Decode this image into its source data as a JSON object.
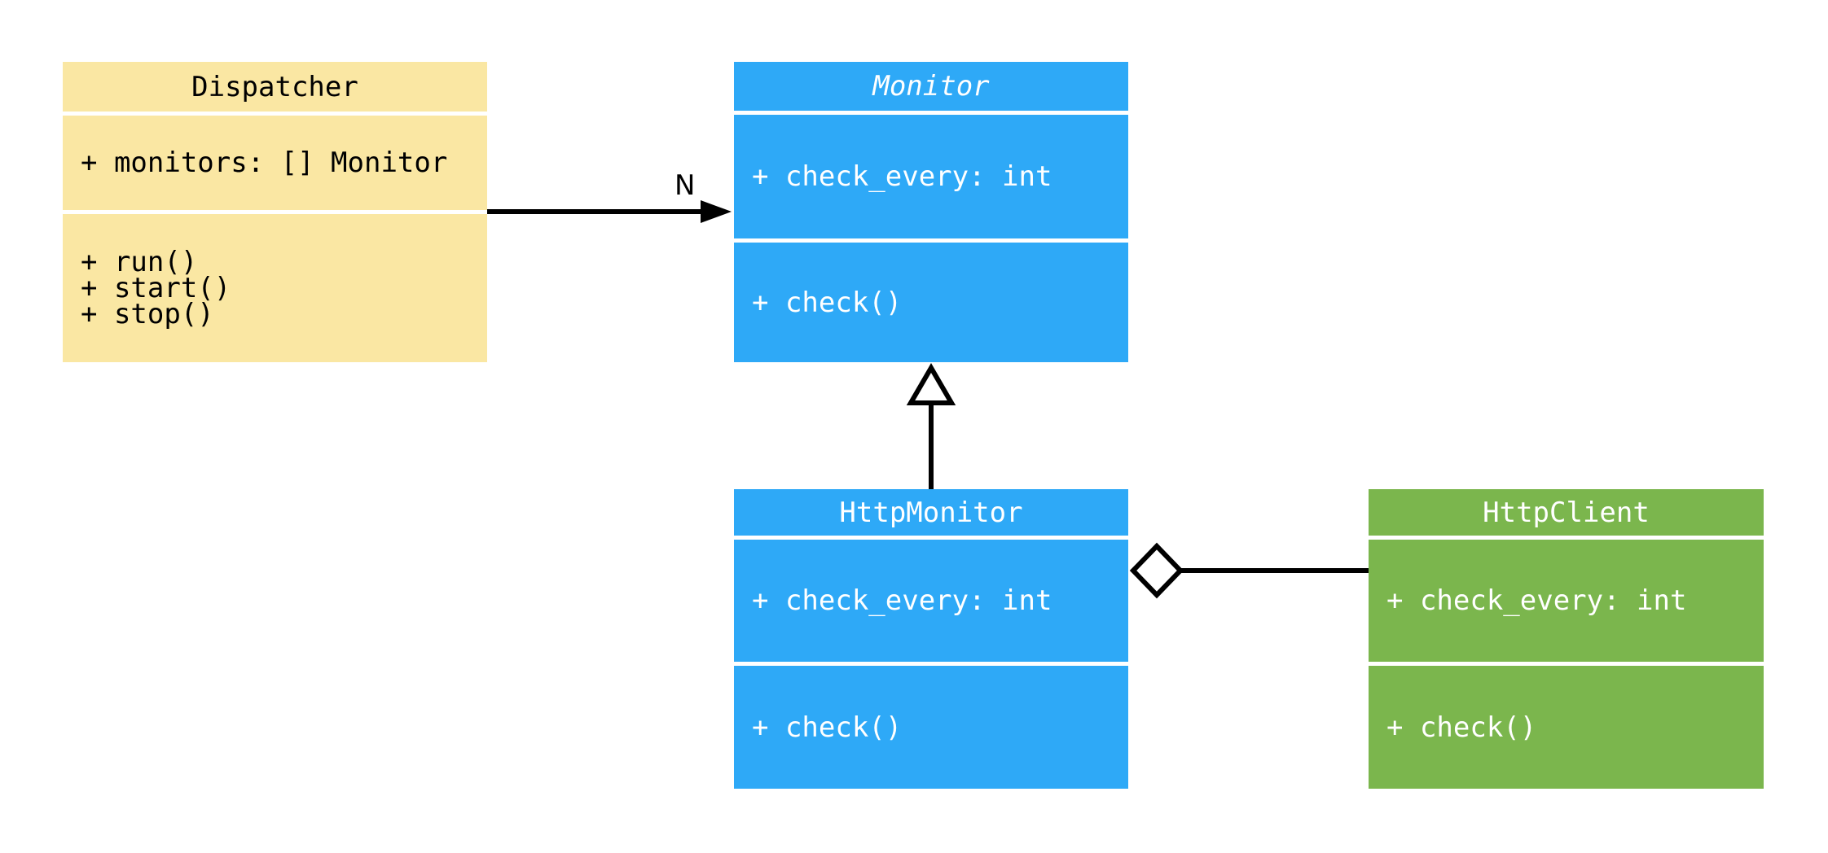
{
  "diagram": {
    "type": "uml-class-diagram",
    "background": "#ffffff"
  },
  "colors": {
    "dispatcher_fill": "#FAE7A3",
    "monitor_fill": "#2EA9F7",
    "http_monitor_fill": "#2EA9F7",
    "http_client_fill": "#7BB64D",
    "text_on_light": "#000000",
    "text_on_dark": "#ffffff",
    "connector": "#000000"
  },
  "classes": {
    "dispatcher": {
      "name": "Dispatcher",
      "abstract": false,
      "attributes": [
        "+ monitors: [] Monitor"
      ],
      "methods": [
        "+ run()",
        "+ start()",
        "+ stop()"
      ]
    },
    "monitor": {
      "name": "Monitor",
      "abstract": true,
      "attributes": [
        "+ check_every: int"
      ],
      "methods": [
        "+ check()"
      ]
    },
    "http_monitor": {
      "name": "HttpMonitor",
      "abstract": false,
      "attributes": [
        "+ check_every: int"
      ],
      "methods": [
        "+ check()"
      ]
    },
    "http_client": {
      "name": "HttpClient",
      "abstract": false,
      "attributes": [
        "+ check_every: int"
      ],
      "methods": [
        "+ check()"
      ]
    }
  },
  "relationships": {
    "dispatcher_to_monitor": {
      "type": "association",
      "from": "Dispatcher",
      "to": "Monitor",
      "label": "N"
    },
    "http_monitor_to_monitor": {
      "type": "inheritance",
      "from": "HttpMonitor",
      "to": "Monitor"
    },
    "http_monitor_to_http_client": {
      "type": "aggregation",
      "from": "HttpMonitor",
      "to": "HttpClient"
    }
  }
}
